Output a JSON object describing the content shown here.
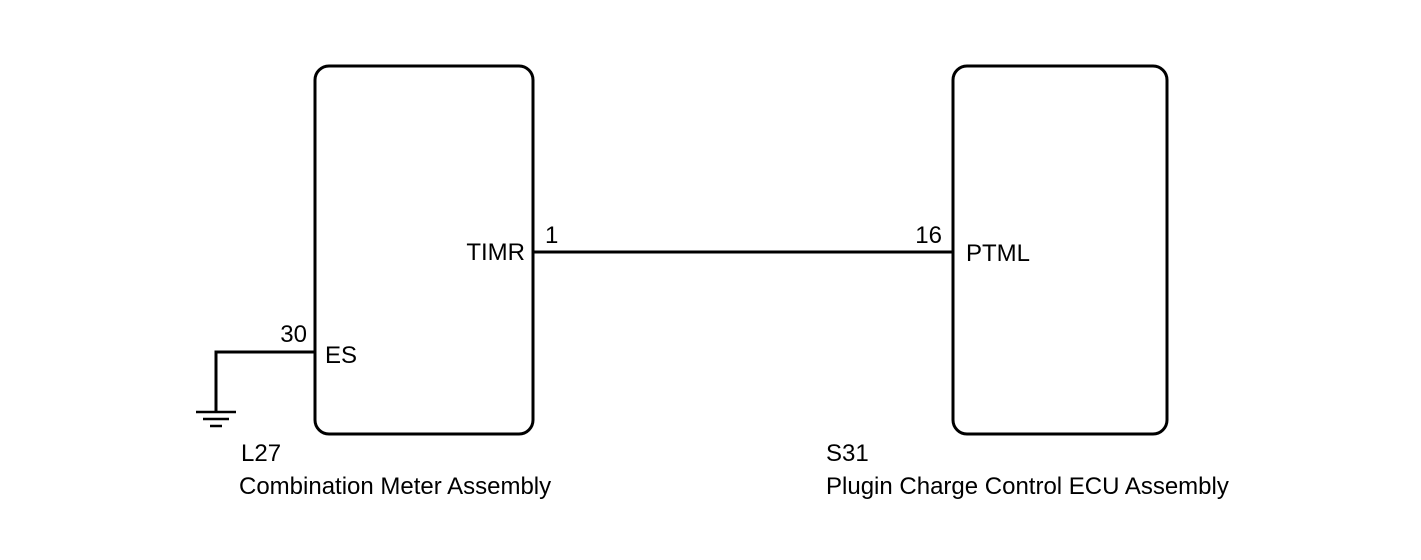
{
  "components": [
    {
      "id": "L27",
      "name": "Combination Meter Assembly",
      "pins": [
        {
          "number": "1",
          "signal": "TIMR"
        },
        {
          "number": "30",
          "signal": "ES"
        }
      ]
    },
    {
      "id": "S31",
      "name": "Plugin Charge Control ECU Assembly",
      "pins": [
        {
          "number": "16",
          "signal": "PTML"
        }
      ]
    }
  ],
  "connections": [
    {
      "from": "L27.1",
      "to": "S31.16"
    },
    {
      "from": "L27.30",
      "to": "ground"
    }
  ],
  "colors": {
    "line": "#000000",
    "background": "#ffffff"
  }
}
